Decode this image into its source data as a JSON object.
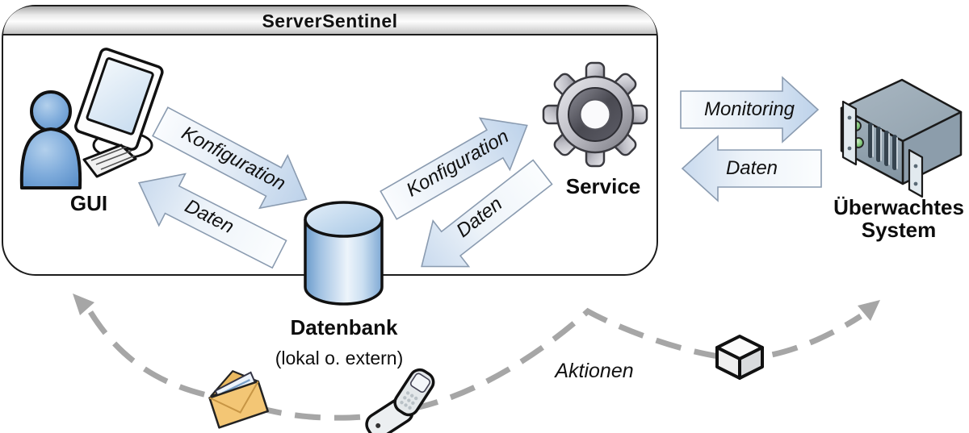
{
  "title": "ServerSentinel",
  "nodes": {
    "gui": {
      "label": "GUI",
      "icon": "user-workstation-icon"
    },
    "datenbank": {
      "label": "Datenbank",
      "sublabel": "(lokal o. extern)",
      "icon": "database-cylinder-icon"
    },
    "service": {
      "label": "Service",
      "icon": "gear-icon"
    },
    "system": {
      "line1": "Überwachtes",
      "line2": "System",
      "icon": "rack-server-icon"
    }
  },
  "arrows": {
    "gui_to_db": {
      "label": "Konfiguration"
    },
    "db_to_gui": {
      "label": "Daten"
    },
    "db_to_service": {
      "label": "Konfiguration"
    },
    "service_to_db": {
      "label": "Daten"
    },
    "monitoring": {
      "label": "Monitoring"
    },
    "system_to_service": {
      "label": "Daten"
    }
  },
  "actions": {
    "label": "Aktionen",
    "icons": [
      "email-envelope-icon",
      "mobile-phone-icon",
      "package-box-icon"
    ],
    "style": "dashed-gray-curve-with-arrowheads-both-ends"
  },
  "colors": {
    "arrow_fill_light": "#fafcfe",
    "arrow_fill_blue": "#bdd2ea",
    "arrow_border": "#8a9bb0",
    "dashed_line": "#a6a6a6",
    "database_blue": "#6b9bcb",
    "person_blue": "#5b90ca",
    "gear_gray": "#86868e",
    "server_gray": "#9aa8b4",
    "envelope_tan": "#f3c675",
    "header_gradient_top": "#a9a9a9",
    "outline_black": "#1c1c1c"
  }
}
